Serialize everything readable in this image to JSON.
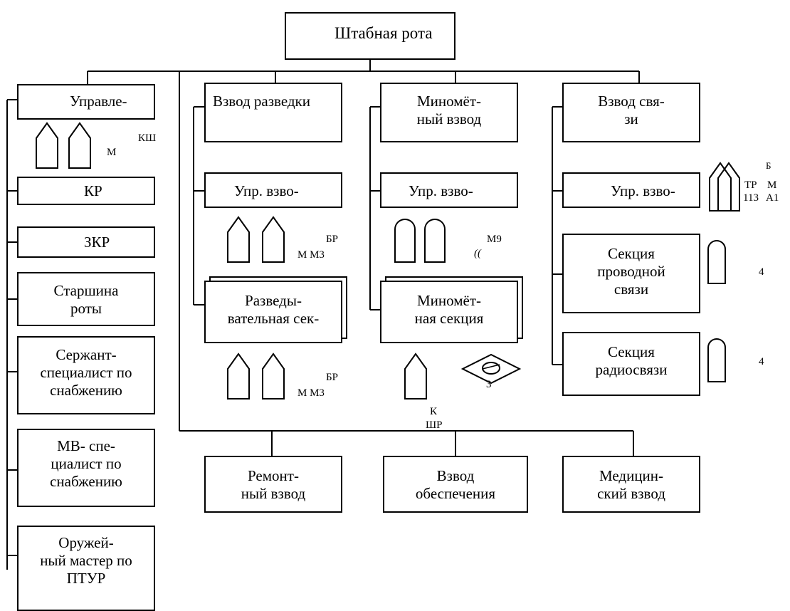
{
  "title": "Штабная рота",
  "units": {
    "upravlenie": "Управле-",
    "kr": "КР",
    "zkr": "ЗКР",
    "starshina": "Старшина\nроты",
    "serzhant": "Сержант-\nспециалист по\nснабжению",
    "mv": "МВ- спе-\nциалист по\nснабжению",
    "oruzheinyi": "Оружей-\nный мастер по\nПТУР",
    "vzvod_razvedki": "Взвод разведки",
    "upr_vzvoda_razv": "Упр. взво-",
    "razv_sekciya": "Разведы-\nвательная сек-",
    "minometnyi_vzvod": "Миномёт-\nный взвод",
    "upr_vzvoda_min": "Упр. взво-",
    "minometnaya_sekciya": "Миномёт-\nная секция",
    "vzvod_svyazi": "Взвод свя-\nзи",
    "upr_vzvoda_sv": "Упр. взво-",
    "sekciya_provodnoi": "Секция\nпроводной\nсвязи",
    "sekciya_radio": "Секция\nрадиосвязи",
    "remontnyi": "Ремонт-\nный взвод",
    "obespecheniya": "Взвод\nобеспечения",
    "medicinskii": "Медицин-\nский взвод"
  },
  "labels": {
    "ksh": "КШ",
    "m": "М",
    "br_1": "БР",
    "mm3_1": "М М3",
    "m9": "М9",
    "quote": "((",
    "br_2": "БР",
    "mm3_2": "М М3",
    "three": "3",
    "k": "К",
    "k_sub": "ШР",
    "b": "Б",
    "tr": "ТР",
    "m_sv": "М",
    "num113": "113",
    "a1": "А1",
    "four_1": "4",
    "four_2": "4"
  }
}
